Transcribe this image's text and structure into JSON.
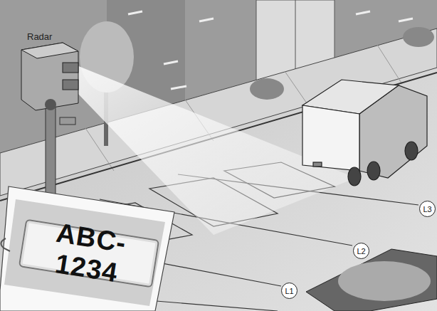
{
  "diagram": {
    "nodes": [
      {
        "text": [
          "L1"
        ]
      },
      {
        "text": [
          "L2"
        ]
      },
      {
        "text": [
          "L3"
        ]
      },
      {
        "text": [
          "ABC-1234"
        ]
      }
    ],
    "labels": [
      "Radar"
    ]
  }
}
